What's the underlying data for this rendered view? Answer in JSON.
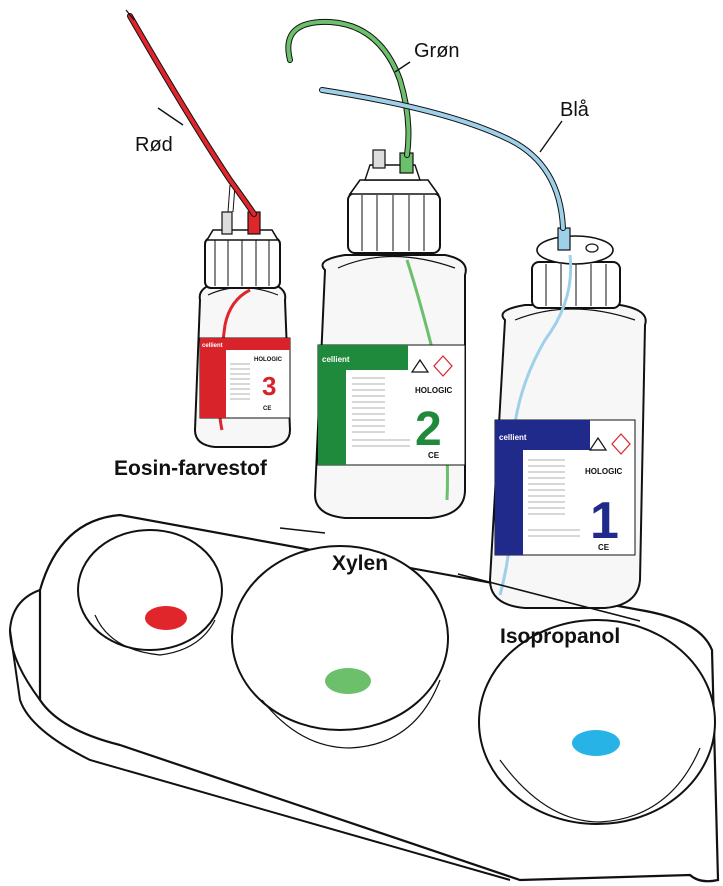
{
  "tube_labels": {
    "red": "Rød",
    "green": "Grøn",
    "blue": "Blå"
  },
  "reagent_labels": {
    "eosin": "Eosin-farvestof",
    "xylene": "Xylen",
    "isopropanol": "Isopropanol"
  },
  "bottles": [
    {
      "number": "3",
      "brand": "HOLOGIC",
      "maker": "cellient",
      "label_color": "#d8232a"
    },
    {
      "number": "2",
      "brand": "HOLOGIC",
      "maker": "cellient",
      "label_color": "#1f8a3c"
    },
    {
      "number": "1",
      "brand": "HOLOGIC",
      "maker": "cellient",
      "label_color": "#1f2a8a"
    }
  ],
  "colors": {
    "red": "#e0262b",
    "green": "#6cbf6b",
    "blue": "#9fd0ea",
    "dot_red": "#e0262b",
    "dot_green": "#6cbf6b",
    "dot_blue": "#27b3e6"
  }
}
